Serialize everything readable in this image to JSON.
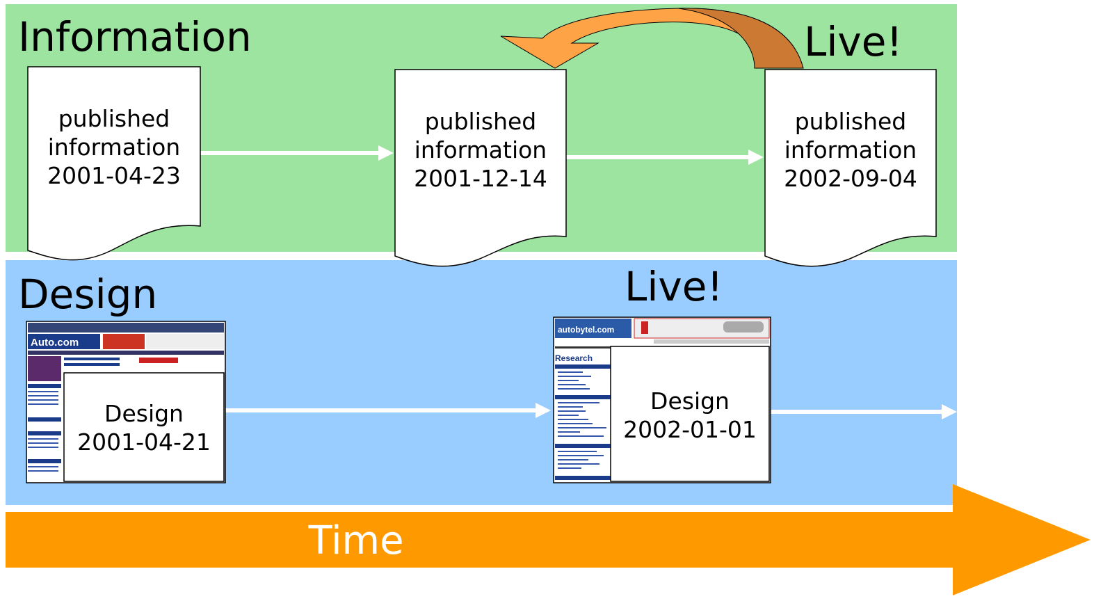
{
  "information_lane": {
    "title": "Information",
    "live_label": "Live!",
    "documents": [
      {
        "line1": "published",
        "line2": "information",
        "date": "2001-04-23"
      },
      {
        "line1": "published",
        "line2": "information",
        "date": "2001-12-14"
      },
      {
        "line1": "published",
        "line2": "information",
        "date": "2002-09-04"
      }
    ]
  },
  "design_lane": {
    "title": "Design",
    "live_label": "Live!",
    "designs": [
      {
        "label": "Design",
        "date": "2001-04-21",
        "screenshot_logo": "Auto.com"
      },
      {
        "label": "Design",
        "date": "2002-01-01",
        "screenshot_logo": "autobytel.com",
        "screenshot_heading": "Research"
      }
    ]
  },
  "timeline": {
    "label": "Time"
  },
  "colors": {
    "information_bg": "#9de4a0",
    "design_bg": "#99ccff",
    "time_arrow": "#ff9900",
    "curved_arrow_light": "#ffa347",
    "curved_arrow_dark": "#cc7a33",
    "connector": "#ffffff"
  }
}
